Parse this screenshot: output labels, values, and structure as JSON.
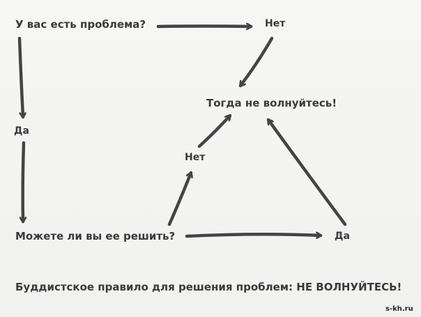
{
  "nodes": {
    "problem_question": "У вас есть проблема?",
    "no_top": "Нет",
    "dont_worry": "Тогда не волнуйтесь!",
    "yes_left": "Да",
    "no_middle": "Нет",
    "can_solve_question": "Можете ли вы ее решить?",
    "yes_right": "Да"
  },
  "caption": "Буддистское правило для решения проблем: НЕ ВОЛНУЙТЕСЬ!",
  "watermark": "s-kh.ru",
  "colors": {
    "background": "#f4f4f2",
    "text": "#3a3a3c",
    "arrow": "#444446"
  }
}
